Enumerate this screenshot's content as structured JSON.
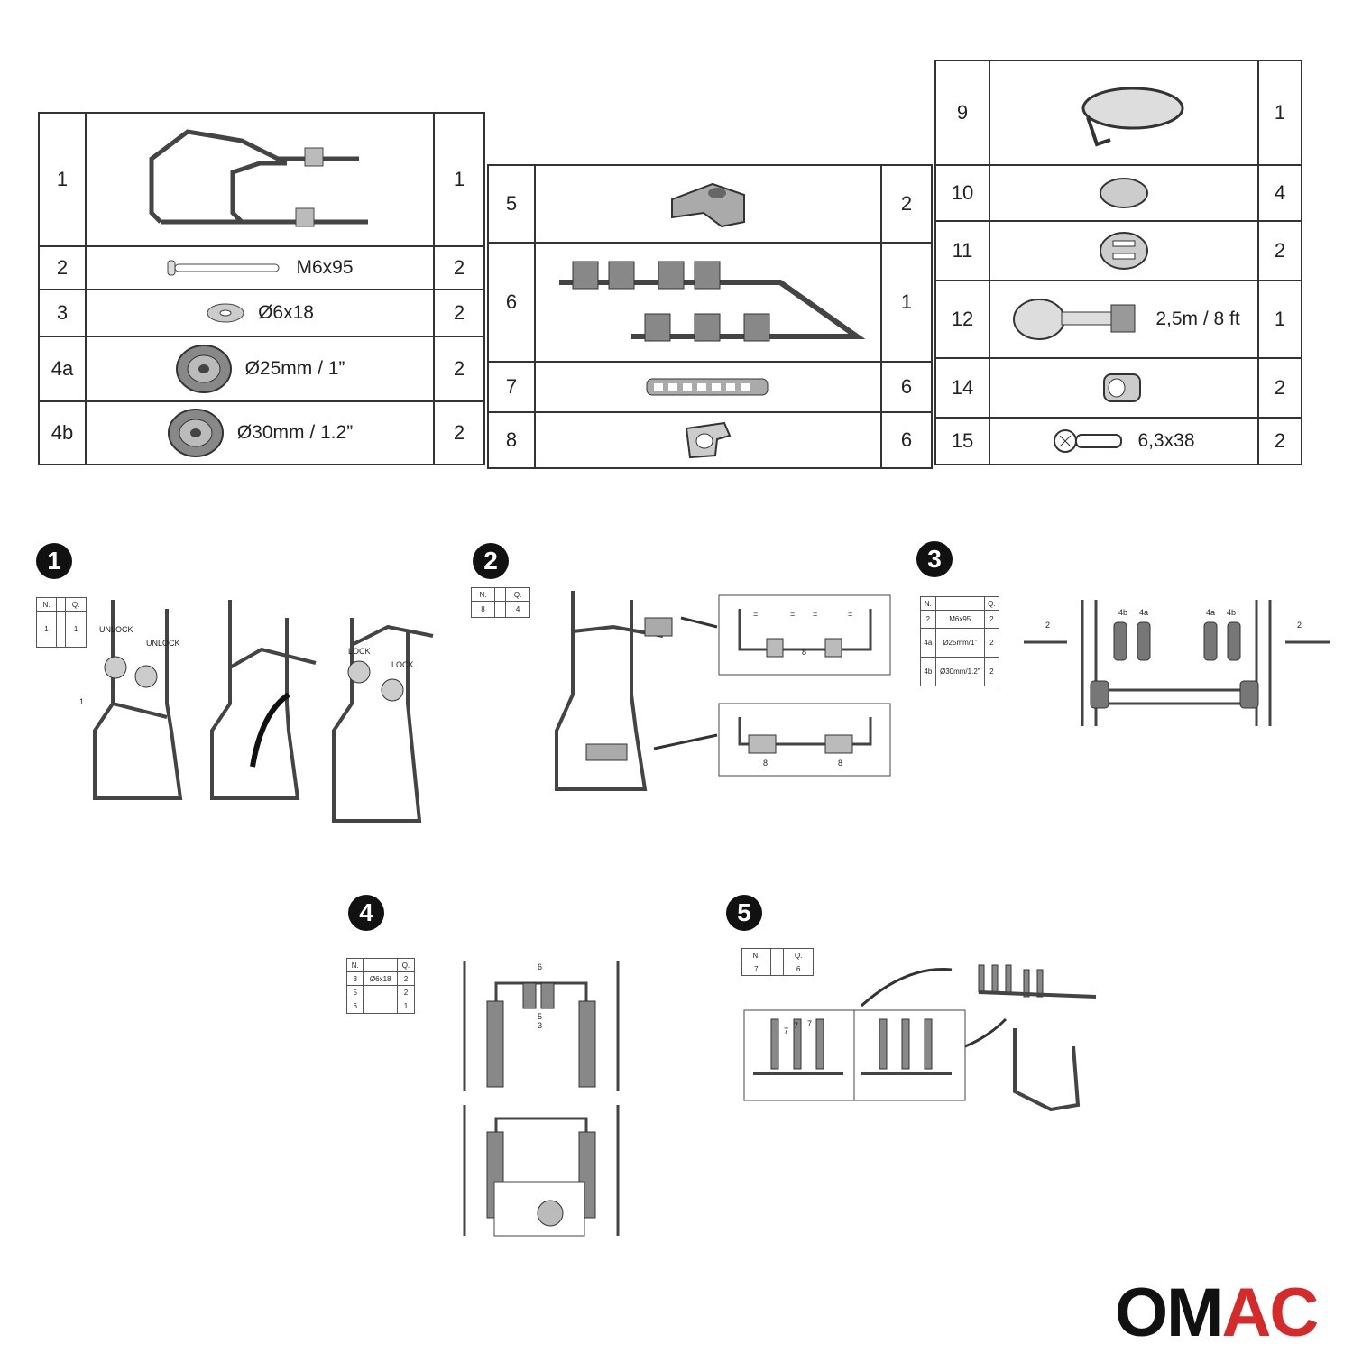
{
  "parts_table_1": [
    {
      "no": "1",
      "spec": "",
      "qty": "1"
    },
    {
      "no": "2",
      "spec": "M6x95",
      "qty": "2"
    },
    {
      "no": "3",
      "spec": "Ø6x18",
      "qty": "2"
    },
    {
      "no": "4a",
      "spec": "Ø25mm / 1”",
      "qty": "2"
    },
    {
      "no": "4b",
      "spec": "Ø30mm / 1.2”",
      "qty": "2"
    }
  ],
  "parts_table_2": [
    {
      "no": "5",
      "spec": "",
      "qty": "2"
    },
    {
      "no": "6",
      "spec": "",
      "qty": "1"
    },
    {
      "no": "7",
      "spec": "",
      "qty": "6"
    },
    {
      "no": "8",
      "spec": "",
      "qty": "6"
    }
  ],
  "parts_table_3": [
    {
      "no": "9",
      "spec": "",
      "qty": "1"
    },
    {
      "no": "10",
      "spec": "",
      "qty": "4"
    },
    {
      "no": "11",
      "spec": "",
      "qty": "2"
    },
    {
      "no": "12",
      "spec": "2,5m / 8 ft",
      "qty": "1"
    },
    {
      "no": "14",
      "spec": "",
      "qty": "2"
    },
    {
      "no": "15",
      "spec": "6,3x38",
      "qty": "2"
    }
  ],
  "steps": {
    "s1": {
      "num": "1",
      "unlock": "UNLOCK",
      "lock": "LOCK",
      "mini_head": [
        "N.",
        "",
        "Q."
      ],
      "mini_row": [
        "1",
        "",
        "1"
      ],
      "callout": "1"
    },
    "s2": {
      "num": "2",
      "mini_head": [
        "N.",
        "",
        "Q."
      ],
      "mini_row": [
        "8",
        "",
        "4"
      ],
      "eq": "=",
      "callout": "8"
    },
    "s3": {
      "num": "3",
      "mini_head": [
        "N.",
        "",
        "Q."
      ],
      "mini_rows": [
        [
          "2",
          "M6x95",
          "2"
        ],
        [
          "4a",
          "Ø25mm/1”",
          "2"
        ],
        [
          "4b",
          "Ø30mm/1.2”",
          "2"
        ]
      ],
      "tags": [
        "2",
        "4b",
        "4a",
        "4a",
        "4b",
        "2"
      ]
    },
    "s4": {
      "num": "4",
      "mini_head": [
        "N.",
        "",
        "Q."
      ],
      "mini_rows": [
        [
          "3",
          "Ø6x18",
          "2"
        ],
        [
          "5",
          "",
          "2"
        ],
        [
          "6",
          "",
          "1"
        ]
      ],
      "callouts": [
        "6",
        "5",
        "3"
      ]
    },
    "s5": {
      "num": "5",
      "mini_head": [
        "N.",
        "",
        "Q."
      ],
      "mini_row": [
        "7",
        "",
        "6"
      ],
      "callout": "7"
    }
  },
  "logo": {
    "text_a": "OM",
    "text_b": "AC",
    "color_b": "#d62a2a"
  }
}
